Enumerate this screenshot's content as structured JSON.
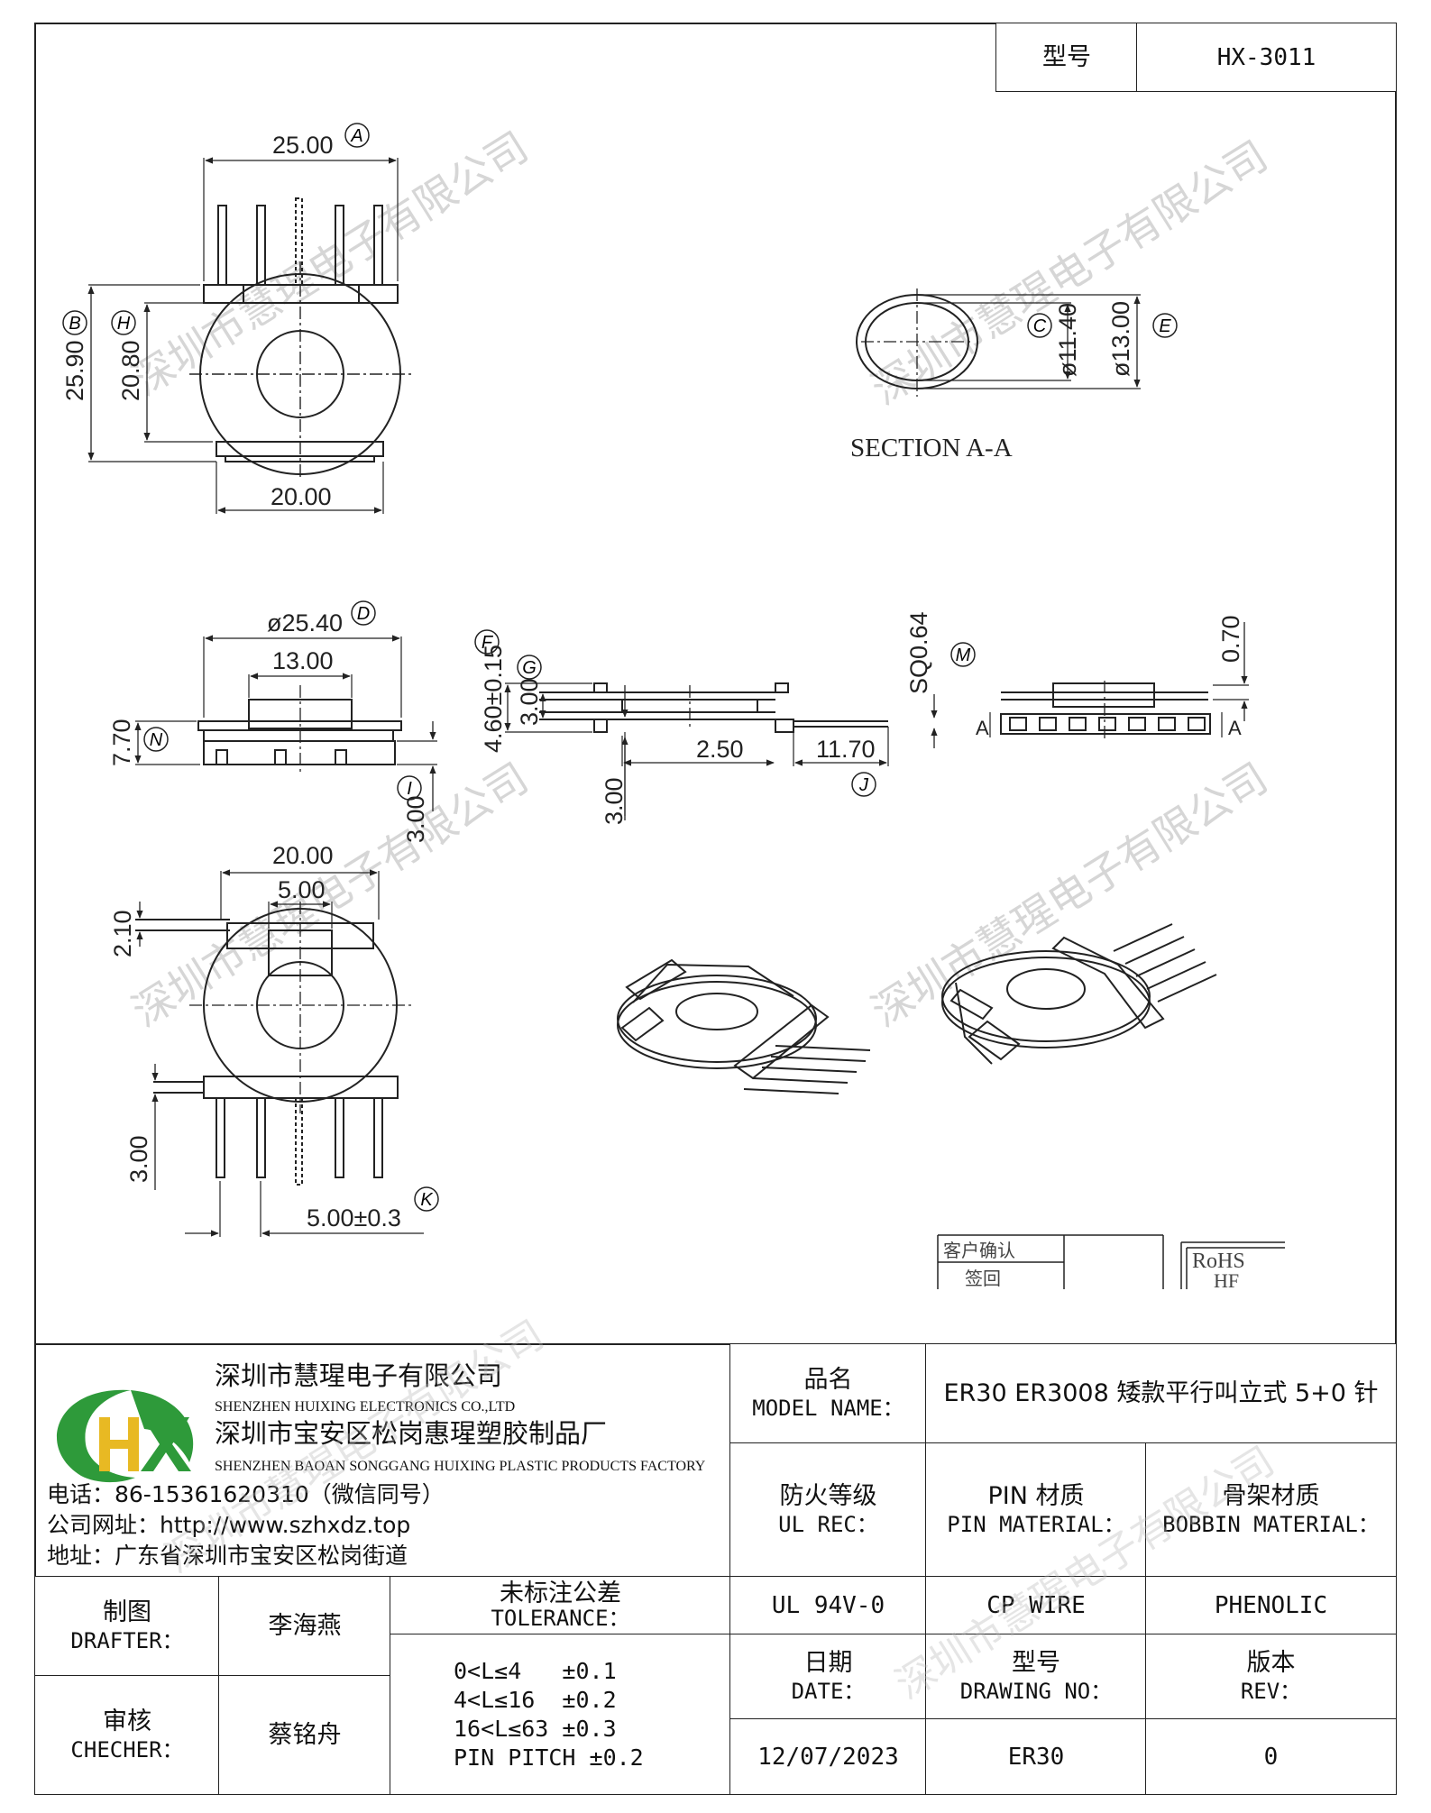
{
  "header": {
    "model_label": "型号",
    "model_value": "HX-3011"
  },
  "dimensions": {
    "top_width": "25.00",
    "top_height": "25.90",
    "inner_height": "20.80",
    "bottom_width": "20.00",
    "section_inner": "ø11.40",
    "section_outer": "ø13.00",
    "section_title": "SECTION A-A",
    "flange_dia": "ø25.40",
    "core_width": "13.00",
    "height_770": "7.70",
    "pin_300a": "3.00",
    "side_460": "4.60±0.15",
    "side_300": "3.00",
    "side_250": "2.50",
    "side_1170": "11.70",
    "side_300b": "3.00",
    "sq": "SQ0.64",
    "t070": "0.70",
    "a_left": "A",
    "a_right": "A",
    "bot_width": "20.00",
    "bot_slot": "5.00",
    "bot_210": "2.10",
    "bot_300": "3.00",
    "pitch": "5.00±0.3"
  },
  "callouts": [
    "A",
    "B",
    "H",
    "C",
    "E",
    "D",
    "N",
    "F",
    "G",
    "I",
    "J",
    "M",
    "K"
  ],
  "stamps": {
    "customer": [
      "客户确认",
      "签回"
    ],
    "rohs": "RoHS",
    "hf": "HF"
  },
  "watermark": "深圳市慧瑆电子有限公司",
  "company": {
    "logo_text": "HX",
    "name_cn": "深圳市慧瑆电子有限公司",
    "name_en": "SHENZHEN HUIXING ELECTRONICS CO.,LTD",
    "factory_cn": "深圳市宝安区松岗惠瑆塑胶制品厂",
    "factory_en": "SHENZHEN BAOAN SONGGANG HUIXING PLASTIC PRODUCTS FACTORY",
    "phone": "电话：86-15361620310（微信同号）",
    "website": "公司网址：http://www.szhxdz.top",
    "address": "地址：广东省深圳市宝安区松岗街道"
  },
  "title_block": {
    "model_name_cn": "品名",
    "model_name_en": "MODEL NAME：",
    "model_name_value": "ER30 ER3008 矮款平行叫立式 5+0 针",
    "fire_cn": "防火等级",
    "fire_en": "UL REC：",
    "pin_cn": "PIN 材质",
    "pin_en": "PIN MATERIAL：",
    "bobbin_cn": "骨架材质",
    "bobbin_en": "BOBBIN MATERIAL：",
    "fire_value": "UL 94V-0",
    "pin_value": "CP WIRE",
    "bobbin_value": "PHENOLIC",
    "drafter_cn": "制图",
    "drafter_en": "DRAFTER：",
    "drafter_value": "李海燕",
    "checker_cn": "审核",
    "checker_en": "CHECHER：",
    "checker_value": "蔡铭舟",
    "tol_cn": "未标注公差",
    "tol_en": "TOLERANCE：",
    "tol_lines": [
      "0<L≤4   ±0.1",
      "4<L≤16  ±0.2",
      "16<L≤63 ±0.3",
      "PIN PITCH ±0.2"
    ],
    "date_cn": "日期",
    "date_en": "DATE：",
    "date_value": "12/07/2023",
    "drawing_cn": "型号",
    "drawing_en": "DRAWING NO：",
    "drawing_value": "ER30",
    "rev_cn": "版本",
    "rev_en": "REV：",
    "rev_value": "0"
  }
}
